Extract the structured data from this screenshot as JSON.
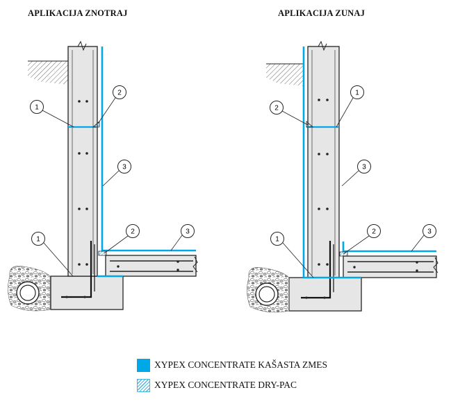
{
  "titles": {
    "left": "APLIKACIJA ZNOTRAJ",
    "right": "APLIKACIJA ZUNAJ"
  },
  "legend": {
    "items": [
      {
        "label": "XYPEX CONCENTRATE KAŠASTA ZMES",
        "pattern": "solid",
        "color": "#00a8e8"
      },
      {
        "label": "XYPEX CONCENTRATE DRY-PAC",
        "pattern": "hatched",
        "color": "#4ab4dc"
      }
    ]
  },
  "callouts": {
    "left": [
      "1",
      "2",
      "3",
      "1",
      "2",
      "3"
    ],
    "right": [
      "2",
      "1",
      "3",
      "1",
      "2",
      "3"
    ]
  },
  "colors": {
    "coating": "#00a8e8",
    "concrete": "#e6e6e6",
    "outline": "#222222"
  }
}
